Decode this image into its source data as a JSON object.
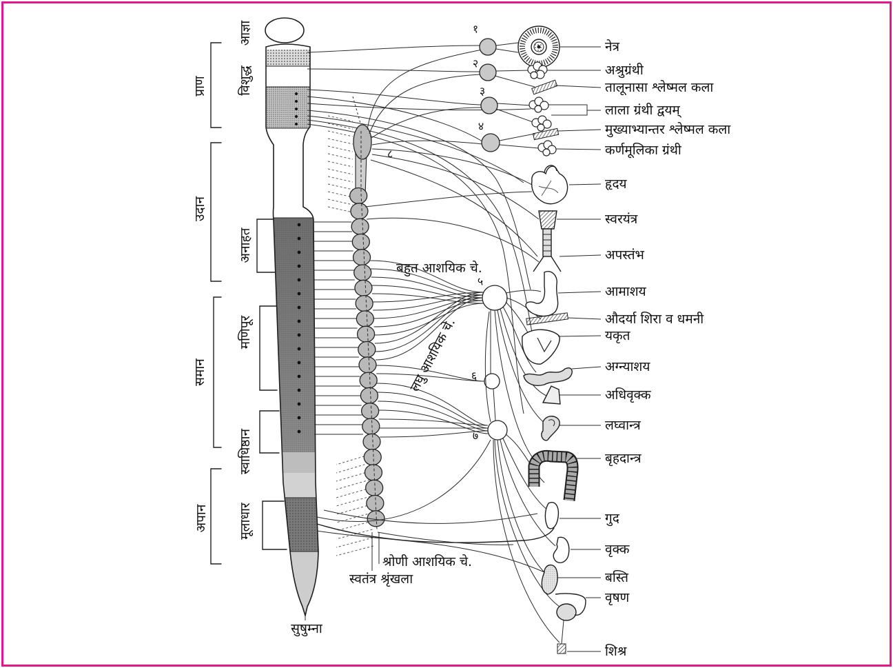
{
  "colors": {
    "border": "#e2188a",
    "ink": "#1e1e1e",
    "ganglion_fill": "#b9b9b9"
  },
  "prana_groups": {
    "prana": "प्राण",
    "udana": "उदान",
    "samana": "समान",
    "apana": "अपान"
  },
  "chakras": {
    "ajna": "आज्ञा",
    "vishuddha": "विशुद्ध",
    "anahata": "अनाहत",
    "manipura": "मणिपूर",
    "svadhishthana": "स्वाधिष्ठान",
    "muladhara": "मूलाधार"
  },
  "spinal_cord": "सुषुम्ना",
  "ganglia_numbers": [
    "१",
    "२",
    "३",
    "४",
    "५",
    "६",
    "७",
    "८"
  ],
  "center_labels": {
    "sympathetic_chain": "स्वतंत्र श्रृंखला",
    "pelvic_splanchnic": "श्रोणी आशयिक चे.",
    "greater_splanchnic": "बहुत आशयिक चे.",
    "lesser_splanchnic": "लघु आशयिक चे."
  },
  "organs": [
    "नेत्र",
    "अश्रुग्रंथी",
    "तालूनासा श्लेष्मल कला",
    "लाला ग्रंथी द्वयम्",
    "मुख्याभ्यान्तर श्लेष्मल कला",
    "कर्णमूलिका ग्रंथी",
    "हृदय",
    "स्वरयंत्र",
    "अपस्तंभ",
    "आमाशय",
    "औदर्या शिरा व धमनी",
    "यकृत",
    "अग्न्याशय",
    "अधिवृक्क",
    "लघ्वान्त्र",
    "बृहदान्त्र",
    "गुद",
    "वृक्क",
    "बस्ति",
    "वृषण",
    "शिश्र"
  ]
}
